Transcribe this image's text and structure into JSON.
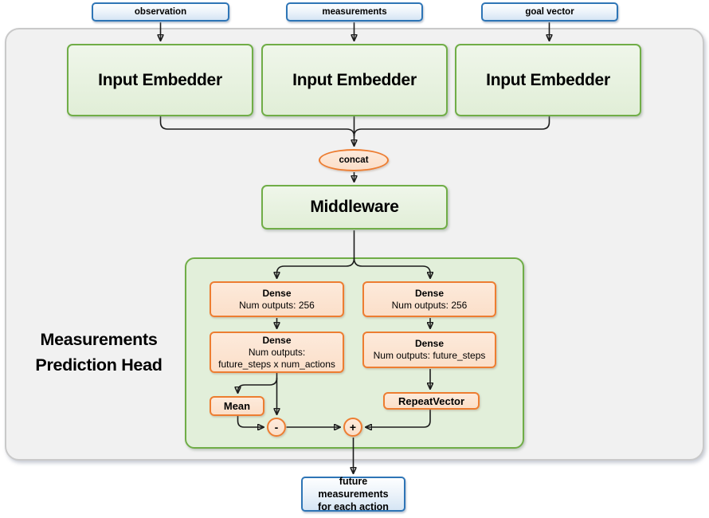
{
  "diagram": {
    "sources": [
      {
        "label": "observation"
      },
      {
        "label": "measurements"
      },
      {
        "label": "goal vector"
      }
    ],
    "embedders": [
      {
        "label": "Input Embedder"
      },
      {
        "label": "Input Embedder"
      },
      {
        "label": "Input Embedder"
      }
    ],
    "concat_op": {
      "label": "concat"
    },
    "middleware": {
      "label": "Middleware"
    },
    "head": {
      "title_line1": "Measurements",
      "title_line2": "Prediction Head",
      "left_branch": {
        "dense1": {
          "title": "Dense",
          "sub1": "Num outputs: 256"
        },
        "dense2": {
          "title": "Dense",
          "sub1": "Num outputs:",
          "sub2": "future_steps x num_actions"
        },
        "mean": {
          "label": "Mean"
        },
        "subtract_op": {
          "label": "-"
        }
      },
      "right_branch": {
        "dense1": {
          "title": "Dense",
          "sub1": "Num outputs: 256"
        },
        "dense2": {
          "title": "Dense",
          "sub1": "Num outputs: future_steps"
        },
        "repeat_vector": {
          "label": "RepeatVector"
        },
        "add_op": {
          "label": "+"
        }
      }
    },
    "output": {
      "line1": "future measurements",
      "line2": "for each action"
    },
    "colors": {
      "blue_border": "#2E75B6",
      "blue_fill": "#DEEBF7",
      "green_border": "#70AD47",
      "green_fill": "#E2EFDA",
      "orange_border": "#ED7D31",
      "orange_fill": "#FCE4D6",
      "outer_fill": "#F1F1F1",
      "outer_border": "#C9C9C9",
      "wire": "#1C1C1C"
    }
  }
}
